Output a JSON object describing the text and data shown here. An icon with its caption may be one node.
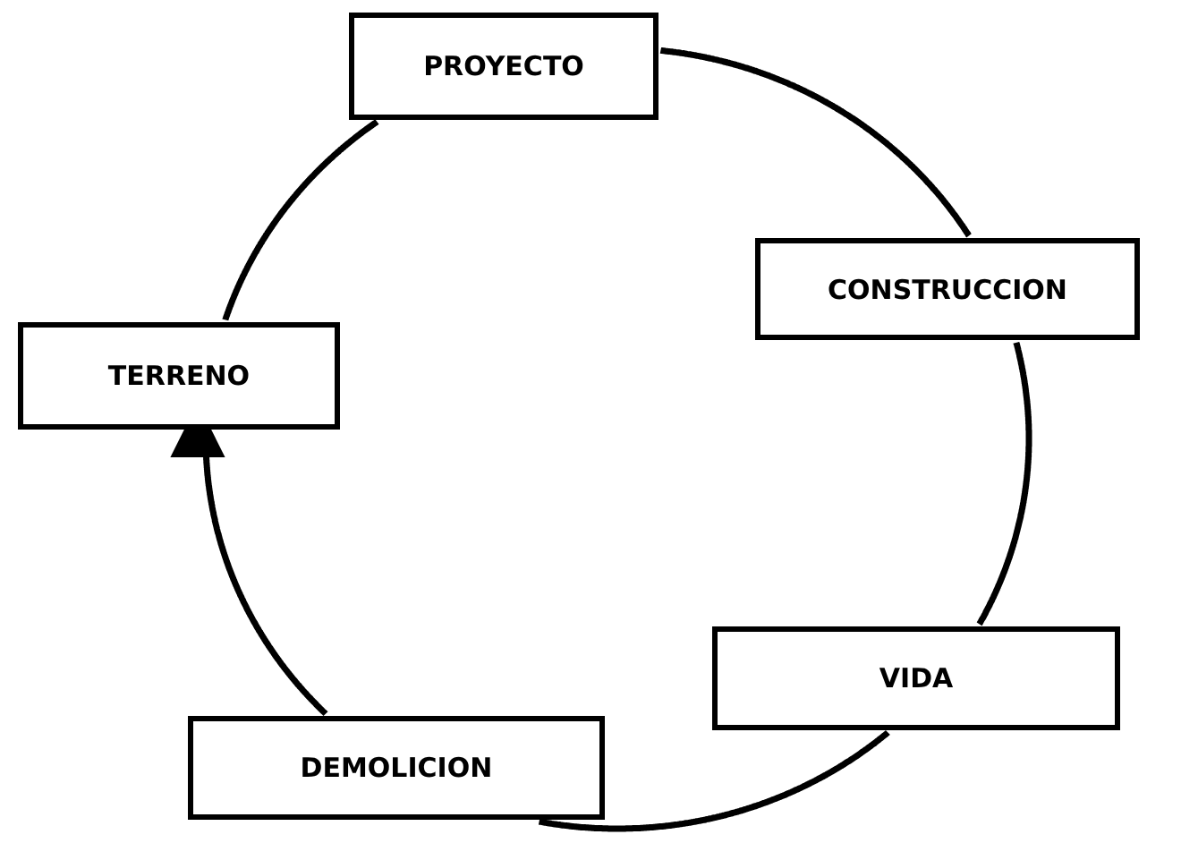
{
  "diagram": {
    "nodes": [
      {
        "text": [
          "PROYECTO"
        ]
      },
      {
        "text": [
          "CONSTRUCCION"
        ]
      },
      {
        "text": [
          "TERRENO"
        ]
      },
      {
        "text": [
          "VIDA"
        ]
      },
      {
        "text": [
          "DEMOLICION"
        ]
      }
    ],
    "edges": [
      {
        "from": 2,
        "to": 0,
        "arrow": "none"
      },
      {
        "from": 0,
        "to": 1,
        "arrow": "none"
      },
      {
        "from": 1,
        "to": 3,
        "arrow": "none"
      },
      {
        "from": 3,
        "to": 4,
        "arrow": "none"
      },
      {
        "from": 4,
        "to": 2,
        "arrow": "to"
      }
    ]
  }
}
